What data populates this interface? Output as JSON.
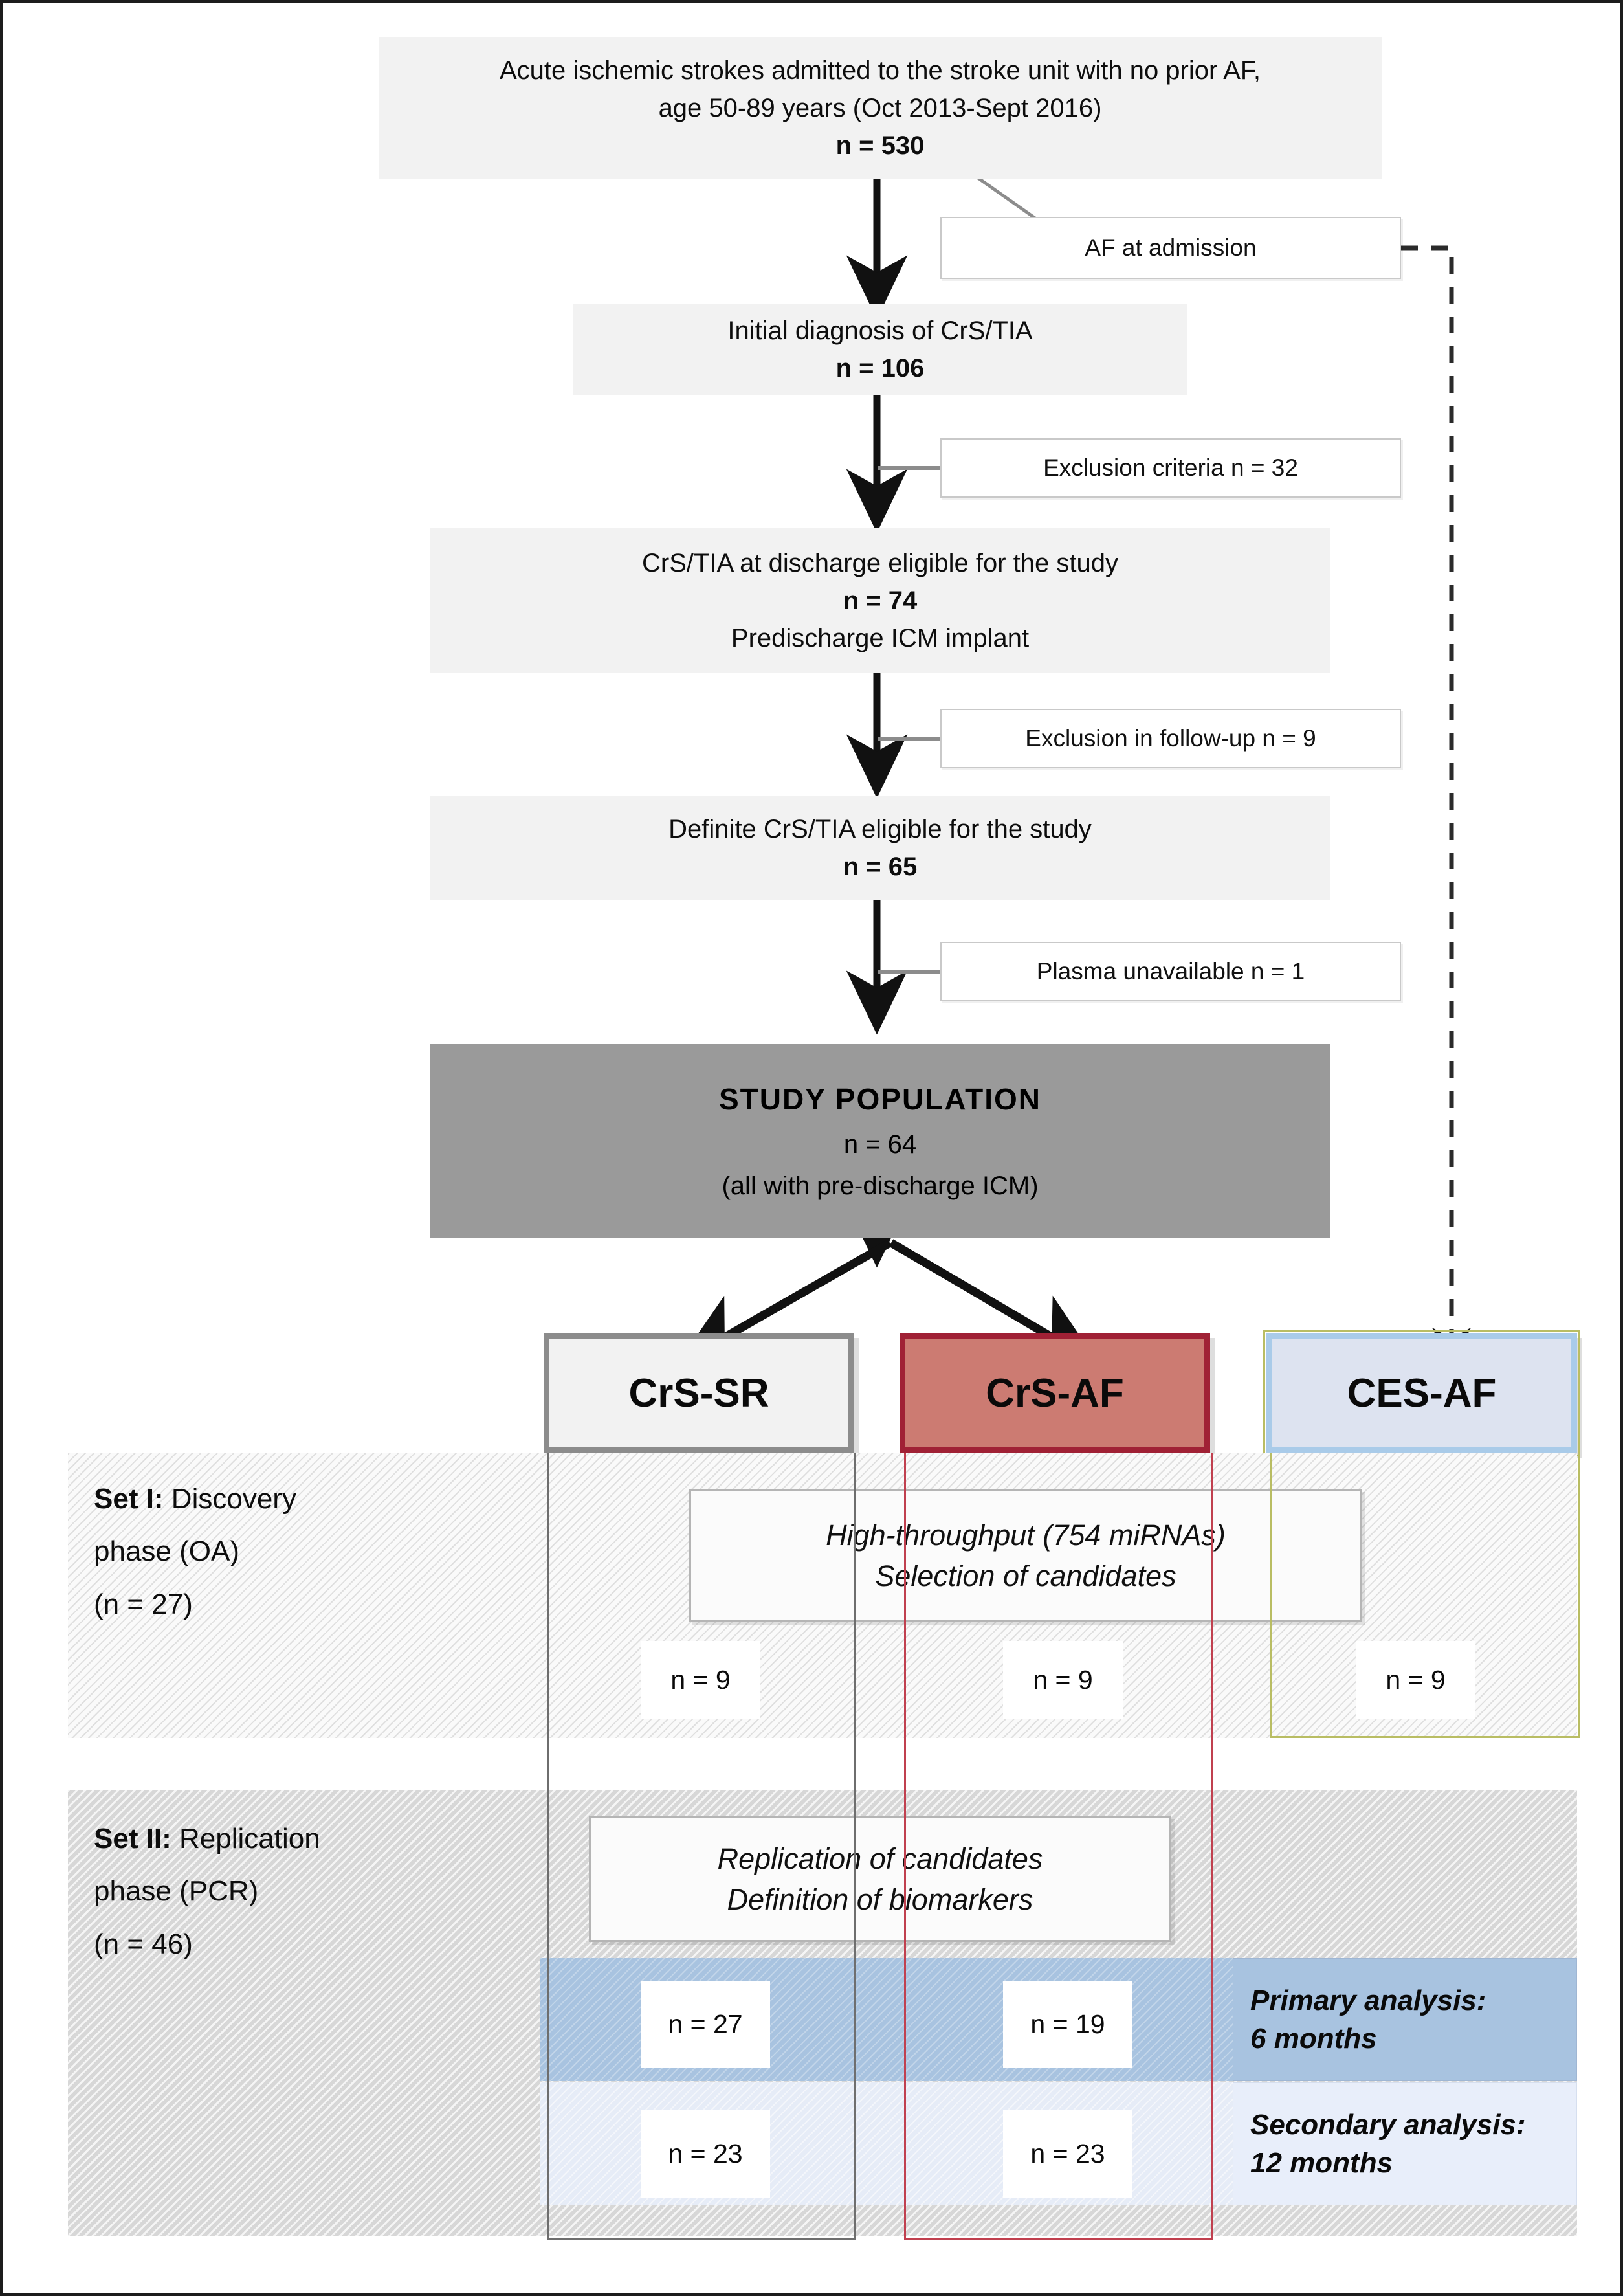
{
  "flow": {
    "source_box": {
      "line1": "Acute ischemic strokes admitted to the stroke unit with no prior AF,",
      "line2": "age 50-89 years (Oct 2013-Sept 2016)",
      "n": "n = 530"
    },
    "initial_box": {
      "line1": "Initial diagnosis of CrS/TIA",
      "n": "n = 106"
    },
    "discharge_box": {
      "line1": "CrS/TIA at discharge eligible for the study",
      "n": "n = 74",
      "line3": "Predischarge ICM implant"
    },
    "definite_box": {
      "line1": "Definite CrS/TIA eligible for the study",
      "n": "n = 65"
    },
    "study_population": {
      "title": "STUDY POPULATION",
      "n": "n = 64",
      "note": "(all with pre-discharge ICM)"
    },
    "exclusions": [
      {
        "label": "AF at admission"
      },
      {
        "label": "Exclusion criteria n = 32"
      },
      {
        "label": "Exclusion in follow-up n = 9"
      },
      {
        "label": "Plasma unavailable n = 1"
      }
    ]
  },
  "groups": [
    {
      "id": "crs-sr",
      "label": "CrS-SR",
      "fill": "#f2f2f2",
      "border": "#8c8c8c"
    },
    {
      "id": "crs-af",
      "label": "CrS-AF",
      "fill": "#cc7b72",
      "border": "#a02135"
    },
    {
      "id": "ces-af",
      "label": "CES-AF",
      "fill": "#dde3f0",
      "border": "#a9cbe9"
    }
  ],
  "sets": [
    {
      "id": "set-1",
      "label_bold": "Set I:",
      "label_rest": " Discovery",
      "label_line2": "phase (OA)",
      "label_line3": "(n = 27)",
      "process_line1": "High-throughput (754 miRNAs)",
      "process_line2": "Selection of candidates",
      "counts": [
        "n = 9",
        "n = 9",
        "n = 9"
      ]
    },
    {
      "id": "set-2",
      "label_bold": "Set II:",
      "label_rest": " Replication",
      "label_line2": "phase (PCR)",
      "label_line3": "(n = 46)",
      "process_line1": "Replication of candidates",
      "process_line2": "Definition of biomarkers",
      "primary": {
        "caption_line1": "Primary analysis:",
        "caption_line2": "6 months",
        "counts": [
          "n = 27",
          "n = 19"
        ]
      },
      "secondary": {
        "caption_line1": "Secondary analysis:",
        "caption_line2": "12 months",
        "counts": [
          "n = 23",
          "n = 23"
        ]
      }
    }
  ],
  "colors": {
    "arrow": "#111111",
    "connector": "#8c8c8c",
    "column_sr": "#6e6e6e",
    "column_af": "#c0404f",
    "column_ces": "#b9bd63",
    "primary_band": "#a8c3e0",
    "secondary_band": "#e8eefa",
    "study_population_fill": "#9a9a9a"
  }
}
